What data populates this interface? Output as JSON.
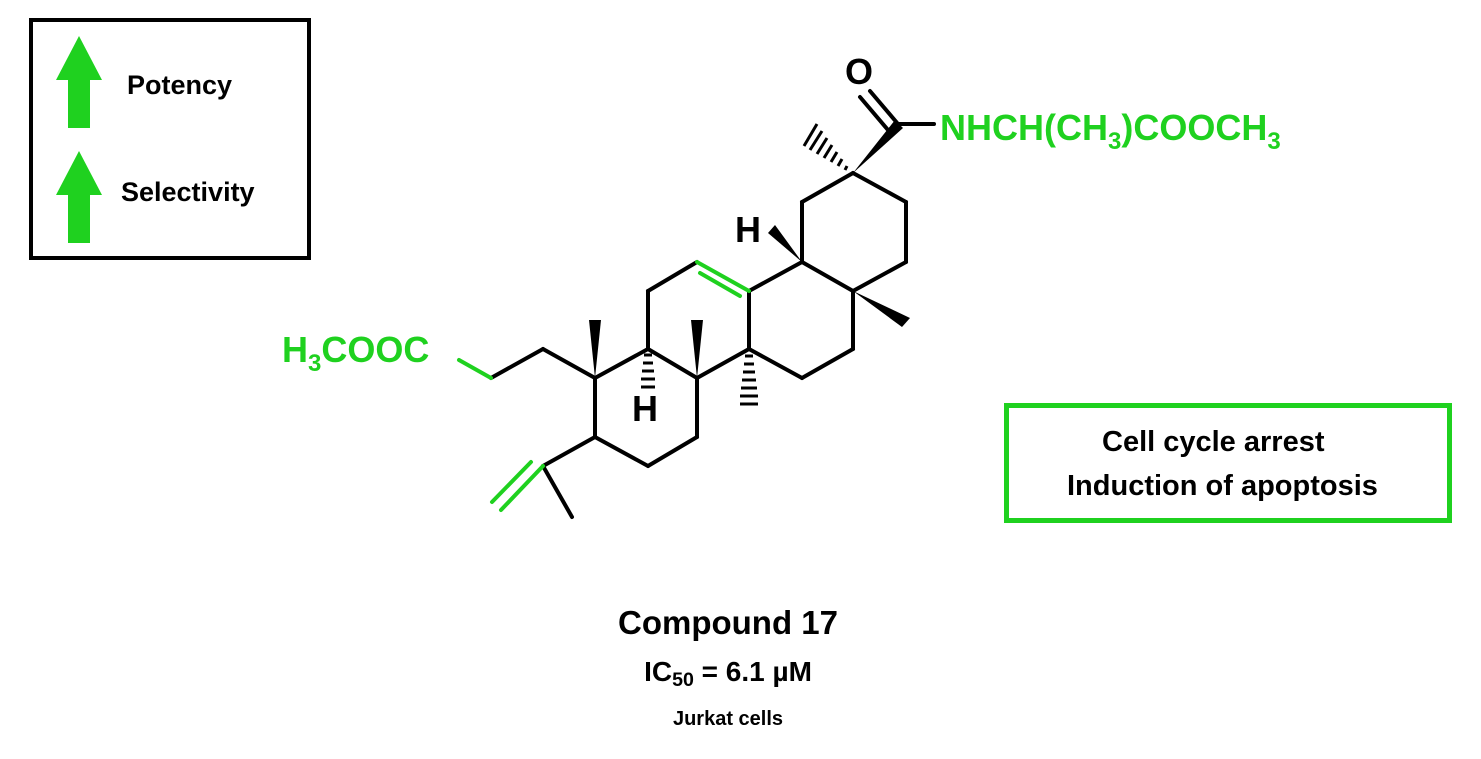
{
  "colors": {
    "accent": "#1fd11f",
    "ink": "#000000"
  },
  "legend": {
    "items": [
      {
        "icon": "up-arrow-icon",
        "label": "Potency"
      },
      {
        "icon": "up-arrow-icon",
        "label": "Selectivity"
      }
    ]
  },
  "effects": {
    "lines": [
      "Cell cycle arrest",
      "Induction of apoptosis"
    ]
  },
  "molecule": {
    "labels": {
      "oxygen": "O",
      "amide_prefix": "NHCH(CH",
      "amide_sub": "3",
      "amide_suffix": ")COOCH",
      "amide_end_sub": "3",
      "ester_prefix": "H",
      "ester_sub": "3",
      "ester_suffix": "COOC",
      "hydrogen_top": "H",
      "hydrogen_bottom": "H"
    }
  },
  "caption": {
    "title": "Compound 17",
    "ic50_prefix": "IC",
    "ic50_sub": "50",
    "ic50_value": " = 6.1 µM",
    "cells": "Jurkat cells"
  }
}
